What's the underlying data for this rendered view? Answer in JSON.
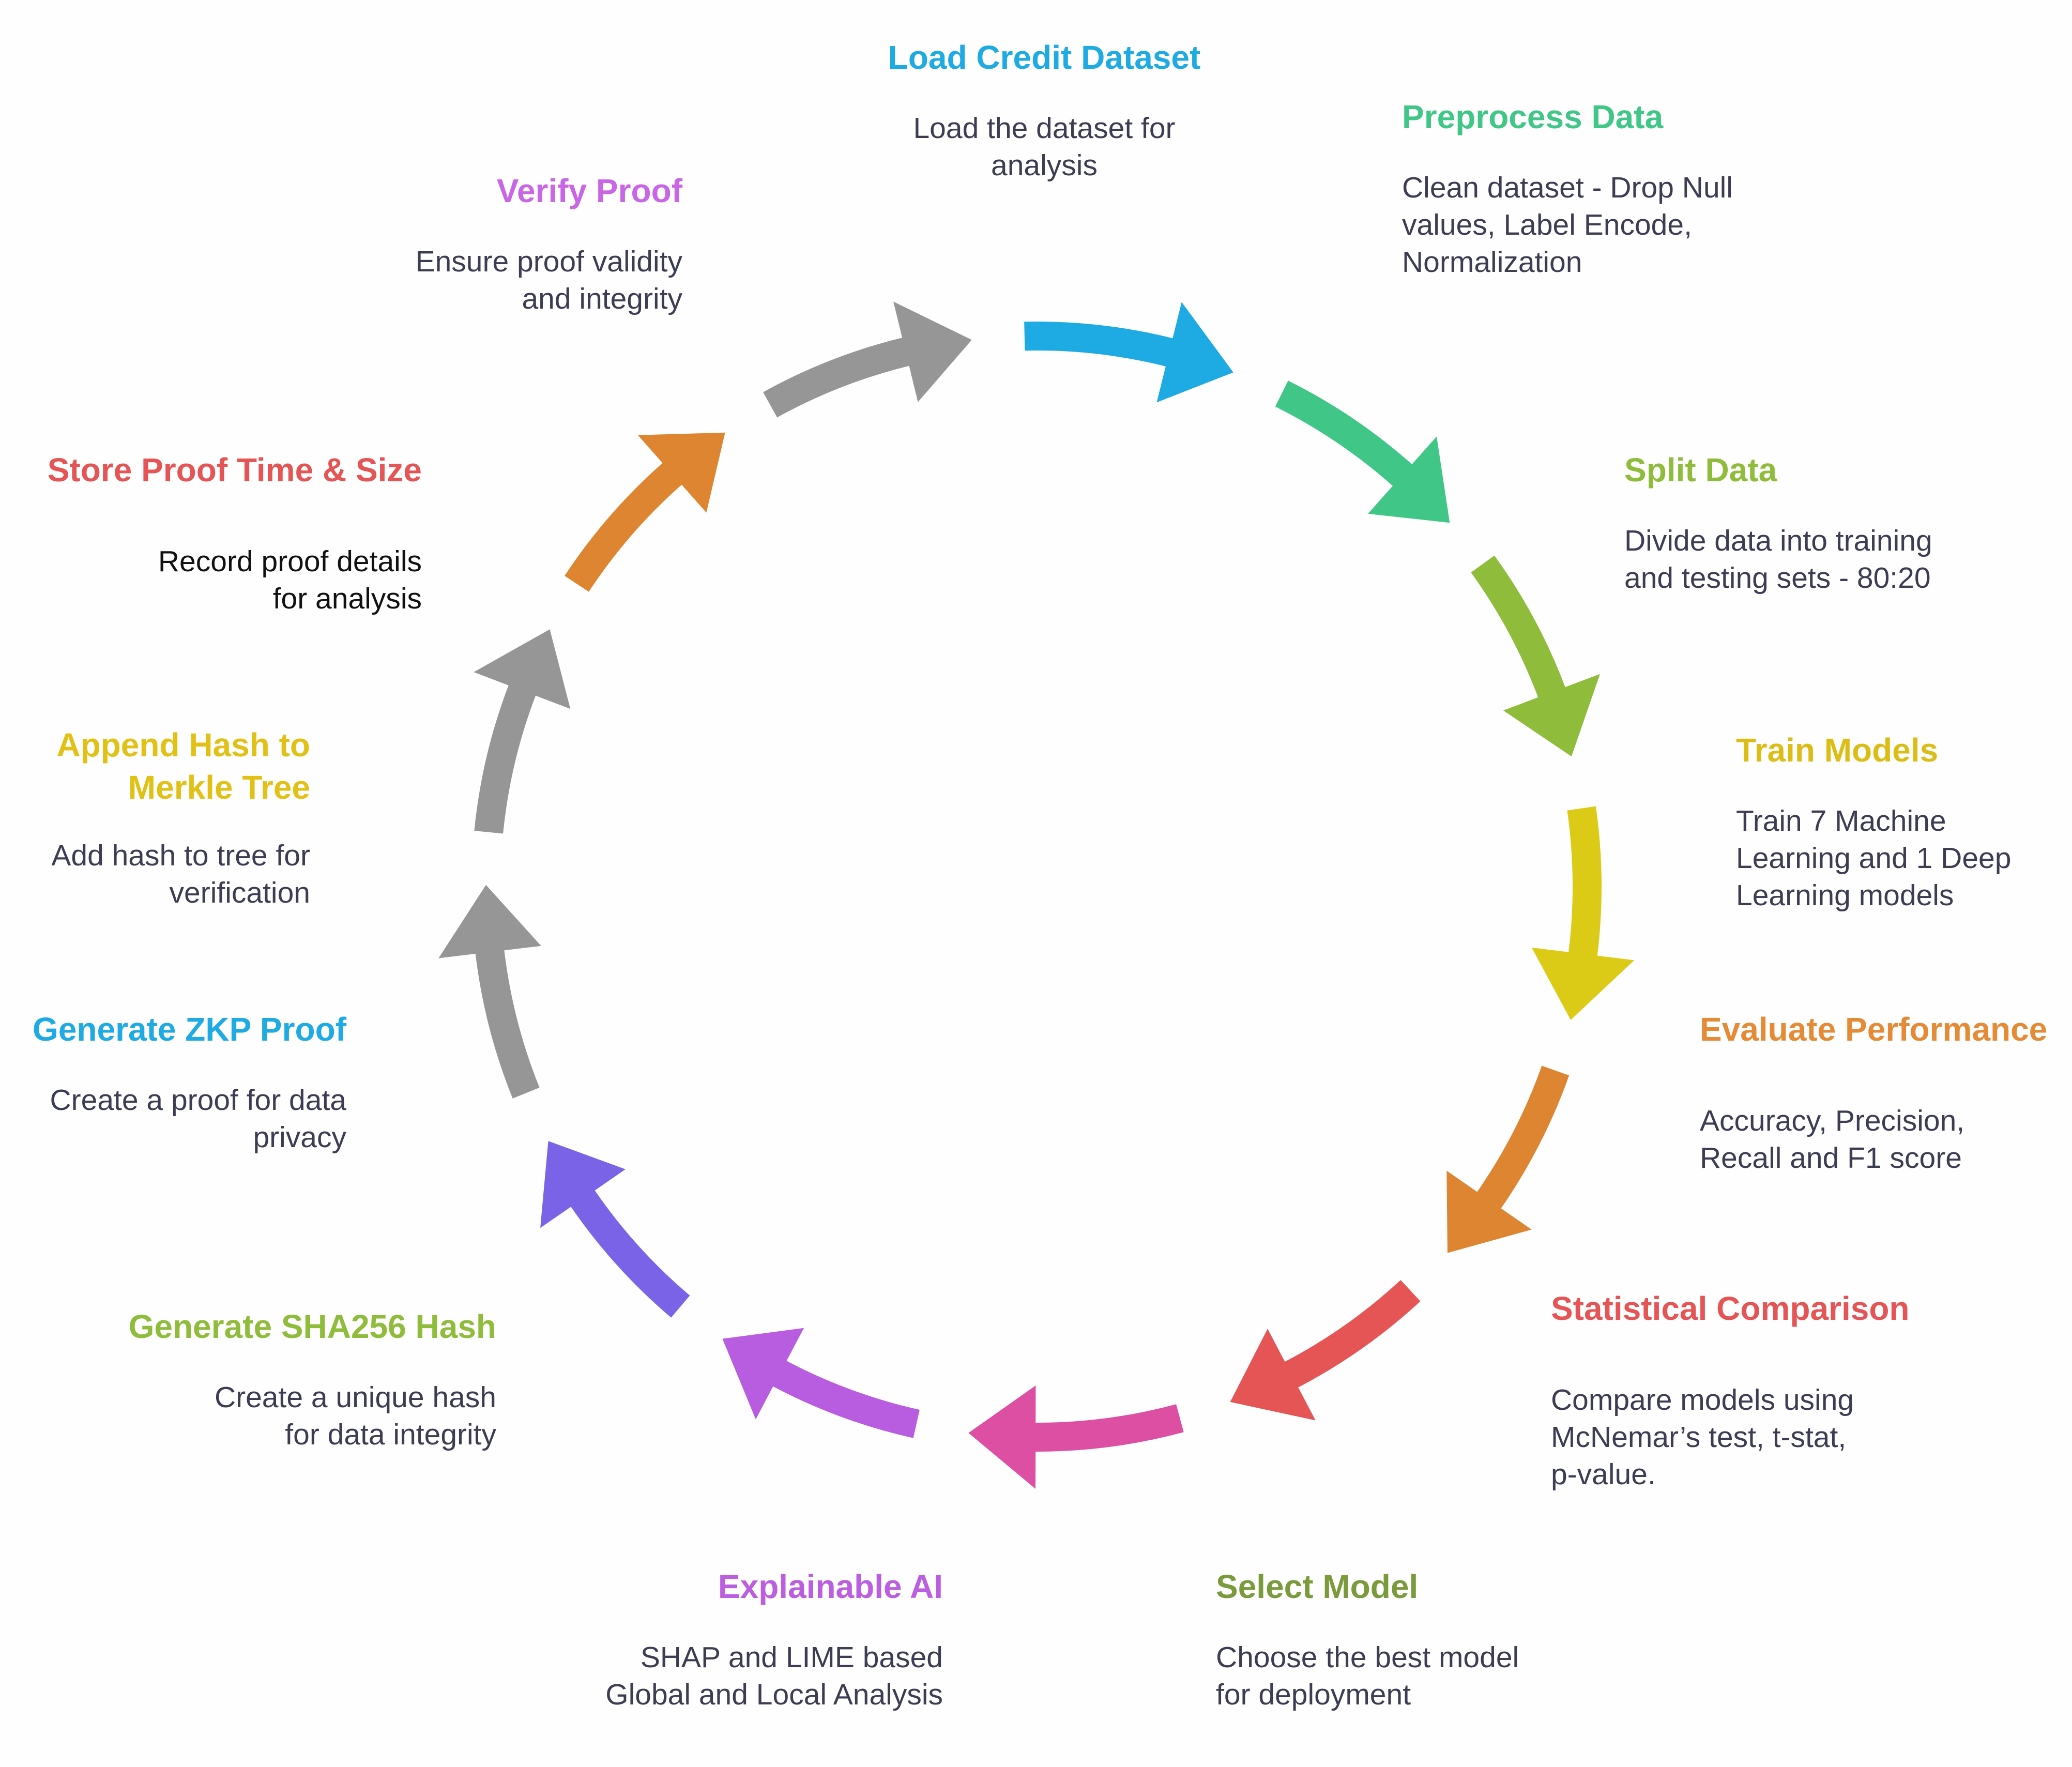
{
  "colors": {
    "blue": "#1eaae2",
    "green": "#40c687",
    "lime": "#8fbd3b",
    "yellow": "#dccb16",
    "orange": "#dd8530",
    "red": "#e55555",
    "pink": "#dc4fa3",
    "purple": "#b95de0",
    "indigo": "#7b63e8",
    "gray": "#969696",
    "text": "#3c3c52"
  },
  "steps": [
    {
      "title": "Load Credit Dataset",
      "desc": [
        "Load the dataset for",
        "analysis"
      ],
      "color": "#1eaae2",
      "arrow_color": "#1eaae2"
    },
    {
      "title": "Preprocess Data",
      "desc": [
        "Clean dataset - Drop Null",
        "values, Label Encode,",
        "Normalization"
      ],
      "color": "#40c687",
      "arrow_color": "#40c687"
    },
    {
      "title": "Split Data",
      "desc": [
        "Divide data into training",
        "and testing sets - 80:20"
      ],
      "color": "#8fbd3b",
      "arrow_color": "#8fbd3b"
    },
    {
      "title": "Train Models",
      "desc": [
        "Train 7 Machine",
        "Learning and 1 Deep",
        "Learning models"
      ],
      "color": "#dcbd16",
      "arrow_color": "#dccb16"
    },
    {
      "title": "Evaluate Performance",
      "desc": [
        "Accuracy, Precision,",
        "Recall and F1 score"
      ],
      "color": "#e58a35",
      "arrow_color": "#dd8530"
    },
    {
      "title": "Statistical Comparison",
      "desc": [
        "Compare models using",
        "McNemar’s test, t-stat,",
        "p-value."
      ],
      "color": "#e55555",
      "arrow_color": "#e55555"
    },
    {
      "title": "Select Model",
      "desc": [
        "Choose the best model",
        "for deployment"
      ],
      "color": "#7a9a3c",
      "arrow_color": "#dc4fa3"
    },
    {
      "title": "Explainable AI",
      "desc": [
        "SHAP and LIME based",
        "Global and Local Analysis"
      ],
      "color": "#bb5ee0",
      "arrow_color": "#b95de0"
    },
    {
      "title": "Generate SHA256 Hash",
      "desc": [
        "Create a unique hash",
        "for data integrity"
      ],
      "color": "#8fbd3b",
      "arrow_color": "#7b63e8"
    },
    {
      "title": "Generate ZKP Proof",
      "desc": [
        "Create a proof for data",
        "privacy"
      ],
      "color": "#1eaae2",
      "arrow_color": "#969696"
    },
    {
      "title": "Append Hash to Merkle Tree",
      "title_lines": [
        "Append Hash to",
        "Merkle Tree"
      ],
      "desc": [
        "Add hash to tree for",
        "verification"
      ],
      "color": "#e2c116",
      "arrow_color": "#969696"
    },
    {
      "title": "Store Proof Time & Size",
      "desc": [
        "Record proof details",
        "for analysis"
      ],
      "color": "#e55555",
      "arrow_color": "#dd8530",
      "desc_color": "#111111"
    },
    {
      "title": "Verify Proof",
      "desc": [
        "Ensure proof validity",
        "and integrity"
      ],
      "color": "#c966e6",
      "arrow_color": "#969696"
    }
  ]
}
